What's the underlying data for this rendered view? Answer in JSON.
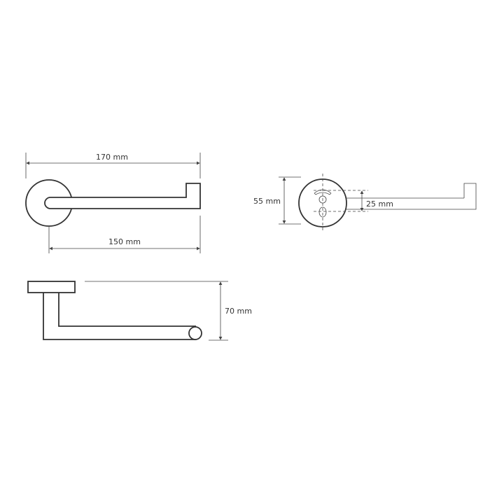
{
  "dimensions": {
    "total_length": "170 mm",
    "arm_length": "150 mm",
    "rosette_diameter": "55 mm",
    "hole_spacing": "25 mm",
    "projection_depth": "70 mm"
  },
  "colors": {
    "line": "#333333",
    "background": "#ffffff"
  }
}
